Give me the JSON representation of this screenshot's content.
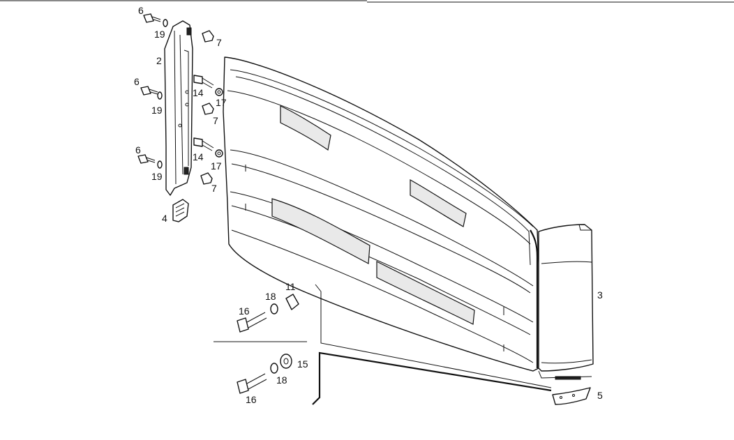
{
  "callouts": {
    "c6a": "6",
    "c19a": "19",
    "c7a": "7",
    "c2": "2",
    "c6b": "6",
    "c14a": "14",
    "c17a": "17",
    "c19b": "19",
    "c7b": "7",
    "c6c": "6",
    "c14b": "14",
    "c17b": "17",
    "c19c": "19",
    "c7c": "7",
    "c4": "4",
    "c3": "3",
    "c11": "11",
    "c18a": "18",
    "c16a": "16",
    "c15": "15",
    "c18b": "18",
    "c16b": "16",
    "c5": "5"
  }
}
